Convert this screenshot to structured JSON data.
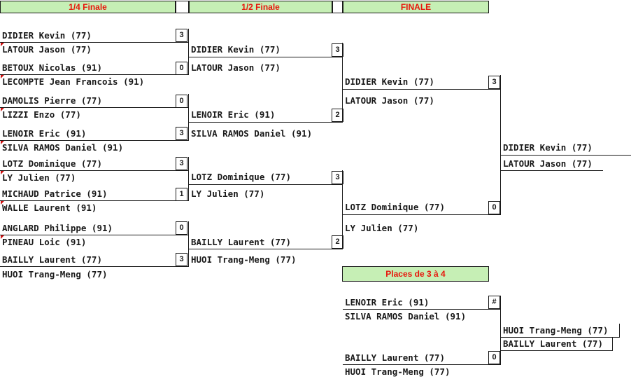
{
  "headers": {
    "quarter": "1/4 Finale",
    "semi": "1/2 Finale",
    "final": "FINALE",
    "third_place": "Places de 3 à 4"
  },
  "quarter": [
    {
      "a": "DIDIER Kevin (77)",
      "b": "LATOUR Jason (77)",
      "score": "3"
    },
    {
      "a": "BETOUX Nicolas (91)",
      "b": "LECOMPTE Jean Francois (91)",
      "score": "0"
    },
    {
      "a": "DAMOLIS Pierre (77)",
      "b": "LIZZI Enzo (77)",
      "score": "0"
    },
    {
      "a": "LENOIR Eric (91)",
      "b": "SILVA RAMOS Daniel (91)",
      "score": "3"
    },
    {
      "a": "LOTZ Dominique (77)",
      "b": "LY Julien (77)",
      "score": "3"
    },
    {
      "a": "MICHAUD Patrice (91)",
      "b": "WALLE Laurent (91)",
      "score": "1"
    },
    {
      "a": "ANGLARD Philippe (91)",
      "b": "PINEAU Loic (91)",
      "score": "0"
    },
    {
      "a": "BAILLY Laurent (77)",
      "b": "HUOI Trang-Meng (77)",
      "score": "3"
    }
  ],
  "semi": [
    {
      "a": "DIDIER Kevin (77)",
      "b": "LATOUR Jason (77)",
      "score": "3"
    },
    {
      "a": "LENOIR Eric (91)",
      "b": "SILVA RAMOS Daniel (91)",
      "score": "2"
    },
    {
      "a": "LOTZ Dominique (77)",
      "b": "LY Julien (77)",
      "score": "3"
    },
    {
      "a": "BAILLY Laurent (77)",
      "b": "HUOI Trang-Meng (77)",
      "score": "2"
    }
  ],
  "final": [
    {
      "a": "DIDIER Kevin (77)",
      "b": "LATOUR Jason (77)",
      "score": "3"
    },
    {
      "a": "LOTZ Dominique (77)",
      "b": "LY Julien (77)",
      "score": "0"
    }
  ],
  "champion": {
    "a": "DIDIER Kevin (77)",
    "b": "LATOUR Jason (77)"
  },
  "third": [
    {
      "a": "LENOIR Eric (91)",
      "b": "SILVA RAMOS Daniel (91)",
      "score": "#"
    },
    {
      "a": "BAILLY Laurent (77)",
      "b": "HUOI Trang-Meng (77)",
      "score": "0"
    }
  ],
  "third_winner": {
    "a": "HUOI Trang-Meng (77)",
    "b": "BAILLY Laurent (77)"
  }
}
